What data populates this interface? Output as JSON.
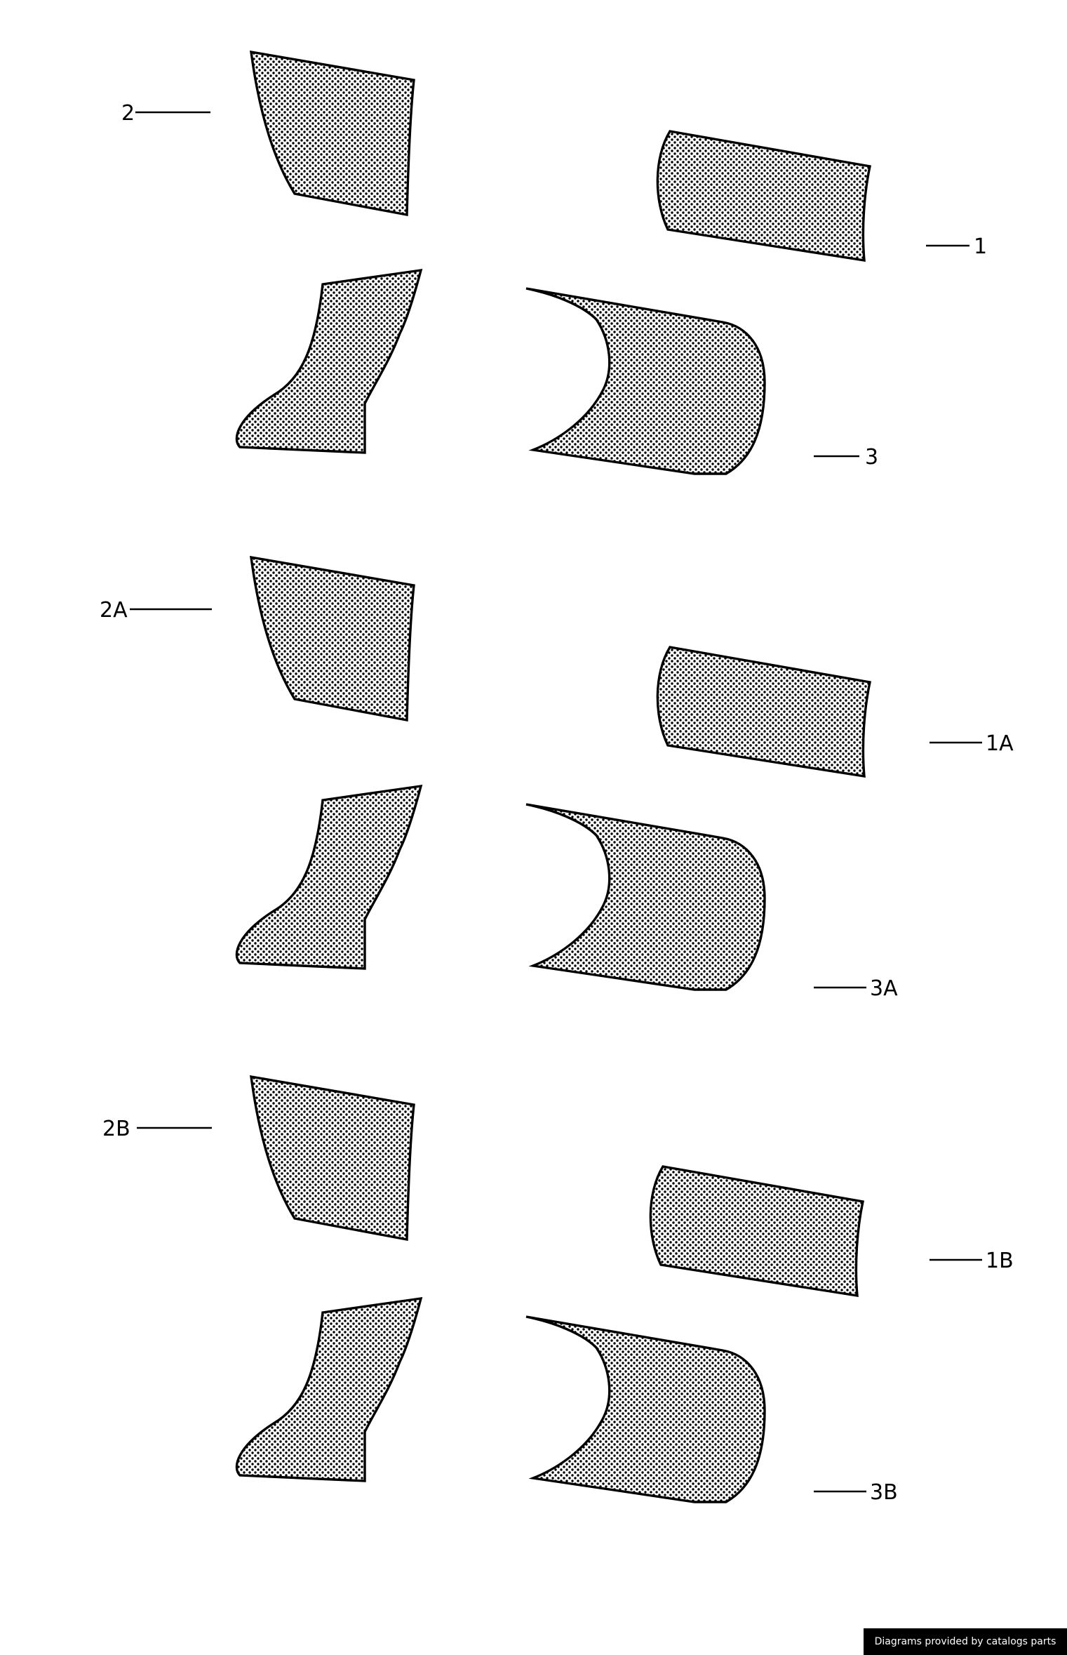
{
  "labels": {
    "p1": "1",
    "p2": "2",
    "p3": "3",
    "p1a": "1A",
    "p2a": "2A",
    "p3a": "3A",
    "p1b": "1B",
    "p2b": "2B",
    "p3b": "3B"
  },
  "footer": "Diagrams provided by catalogs parts",
  "colors": {
    "ink": "#000000",
    "paper": "#ffffff"
  }
}
